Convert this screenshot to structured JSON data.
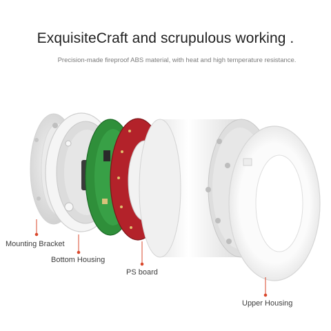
{
  "headline": "ExquisiteCraft and scrupulous working .",
  "subline": "Precision-made fireproof ABS material, with heat and high temperature resistance.",
  "parts": {
    "mounting_bracket": "Mounting Bracket",
    "bottom_housing": "Bottom Housing",
    "ps_board": "PS board",
    "upper_housing": "Upper Housing"
  },
  "colors": {
    "leader_line": "#d9472b",
    "pcb_green": "#2f8f3a",
    "pcb_red": "#b3222a",
    "housing_white": "#f4f4f4"
  }
}
